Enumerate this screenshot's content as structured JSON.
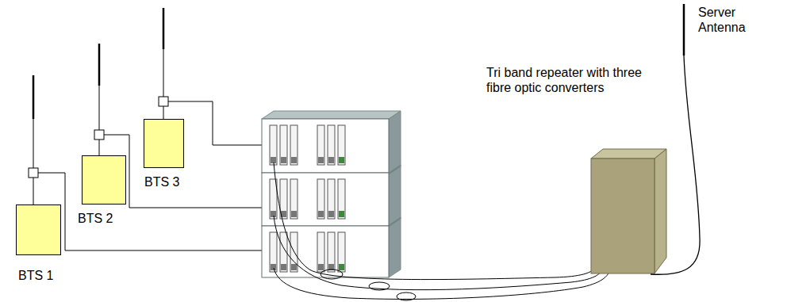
{
  "diagram": {
    "nodes": [
      {
        "text": [
          "BTS 1"
        ]
      },
      {
        "text": [
          "BTS 2"
        ]
      },
      {
        "text": [
          "BTS 3"
        ]
      }
    ],
    "labels": [
      "Tri band repeater with three fibre optic converters",
      "Server Antenna"
    ]
  }
}
